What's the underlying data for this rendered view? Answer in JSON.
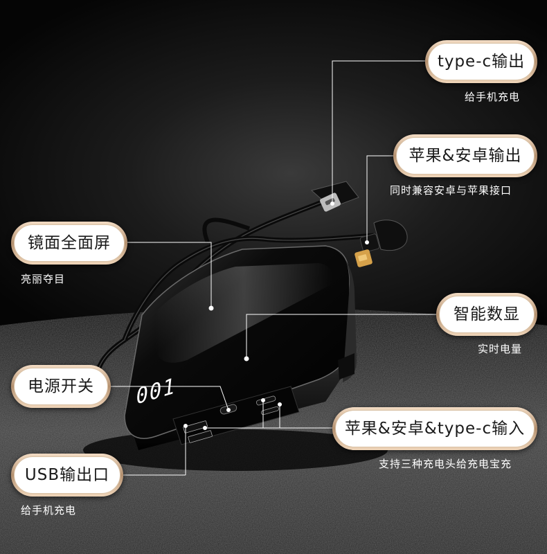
{
  "callouts": [
    {
      "title": "type-c输出",
      "subtitle": "给手机充电"
    },
    {
      "title": "苹果&安卓输出",
      "subtitle": "同时兼容安卓与苹果接口"
    },
    {
      "title": "镜面全面屏",
      "subtitle": "亮丽夺目"
    },
    {
      "title": "智能数显",
      "subtitle": "实时电量"
    },
    {
      "title": "电源开关",
      "subtitle": ""
    },
    {
      "title": "苹果&安卓&type-c输入",
      "subtitle": "支持三种充电头给充电宝充"
    },
    {
      "title": "USB输出口",
      "subtitle": "给手机充电"
    }
  ],
  "display": {
    "readout": "001"
  },
  "colors": {
    "pill_gradient_light": "#f3dcc4",
    "pill_gradient_dark": "#b4906f",
    "leader_line": "#ffffff",
    "background": "#1c1c1c"
  }
}
